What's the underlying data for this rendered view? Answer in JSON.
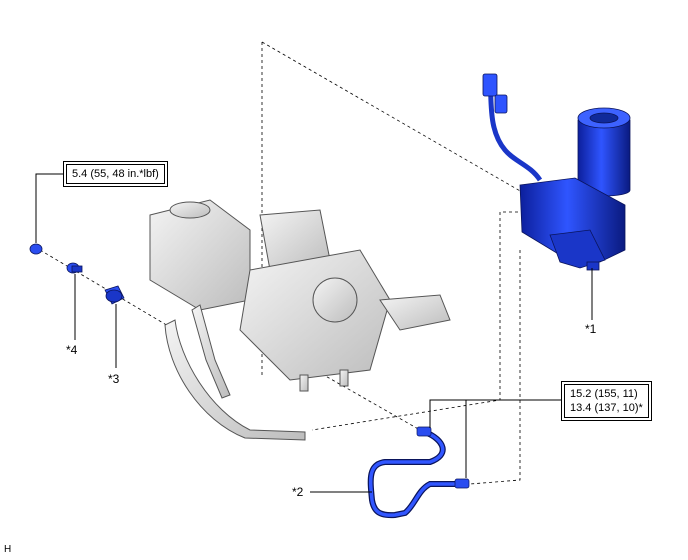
{
  "torque_specs": {
    "upper_left": "5.4 (55, 48 in.*lbf)",
    "lower_right_line1": "15.2 (155, 11)",
    "lower_right_line2": "13.4 (137, 10)*"
  },
  "callouts": {
    "part1": "*1",
    "part2": "*2",
    "part3": "*3",
    "part4": "*4"
  },
  "corner_mark": "H",
  "colors": {
    "highlight_part": "#1f3de0",
    "line": "#000000",
    "base_part": "#e6e6e6"
  }
}
